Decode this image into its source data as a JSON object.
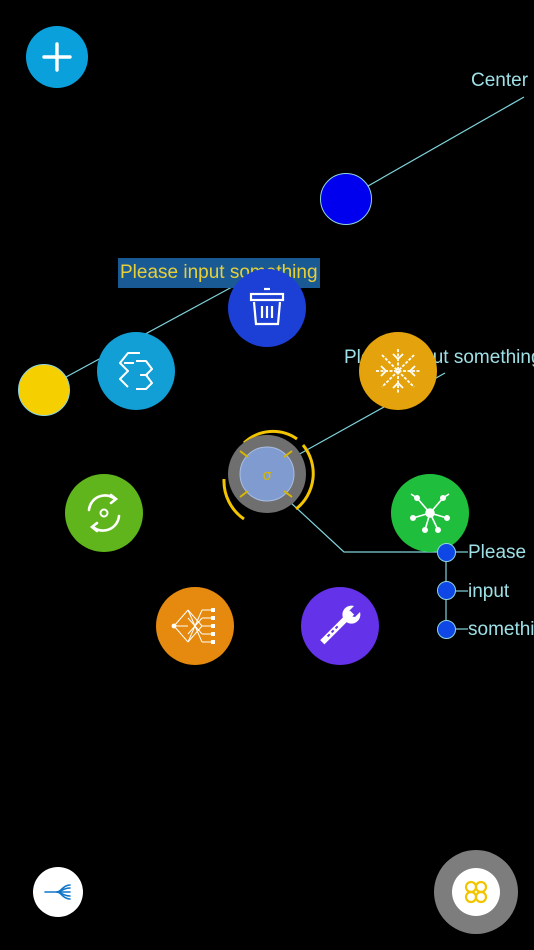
{
  "colors": {
    "line": "#7fd3db",
    "add_button": "#0aa0db",
    "blue_node": "#0000ee",
    "yellow_node": "#f5cf00",
    "trash": "#1c3fd6",
    "ee": "#119fd6",
    "snowflake": "#e4a30c",
    "refresh": "#5fb51b",
    "network": "#1fbf3d",
    "neural": "#e6890f",
    "wrench": "#6432e8",
    "selection_bg": "#1a5a94",
    "selection_text": "#e7cf3a"
  },
  "labels": {
    "center": "Center",
    "selected_input": "Please input something",
    "snow_label": "Please input something",
    "list": [
      "Please",
      "input",
      "something"
    ]
  },
  "icons": {
    "add": "plus-icon",
    "trash": "trash-icon",
    "ee": "ee-icon",
    "snowflake": "snowflake-icon",
    "refresh": "refresh-icon",
    "network": "network-icon",
    "neural": "neural-net-icon",
    "wrench": "wrench-icon",
    "fork": "fork-icon",
    "flower": "flower-icon"
  }
}
